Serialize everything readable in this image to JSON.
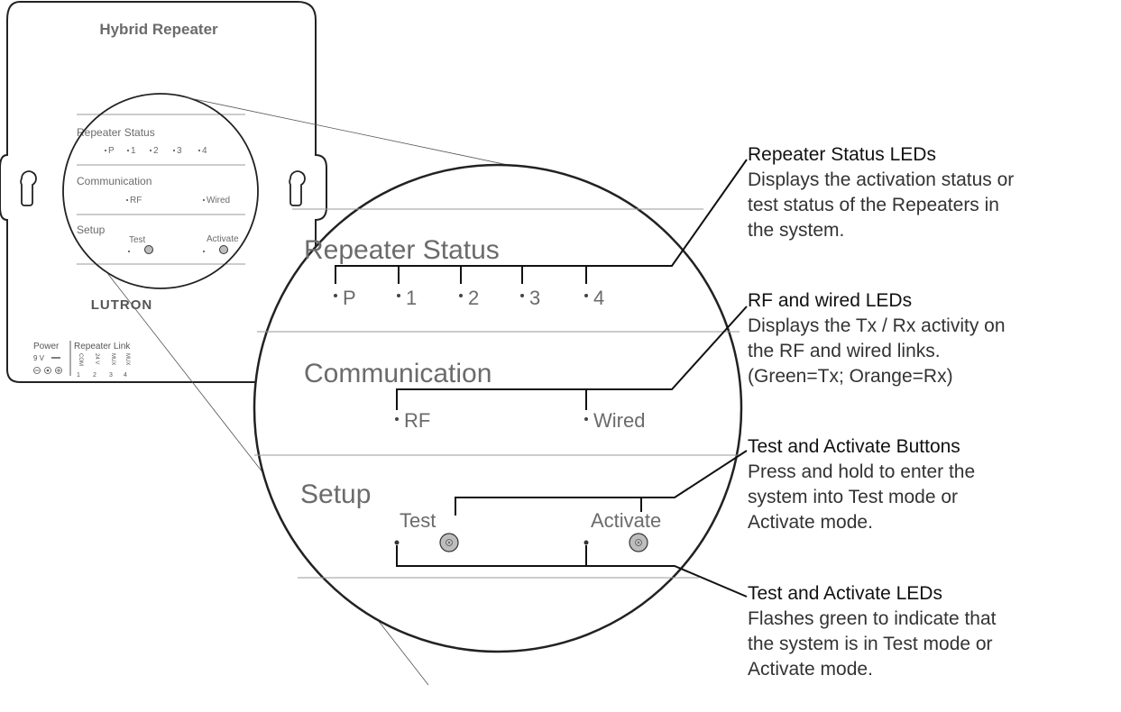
{
  "device": {
    "title": "Hybrid Repeater",
    "brand": "LUTRON",
    "small_panel": {
      "repeater_status_label": "Repeater Status",
      "status_leds": [
        "P",
        "1",
        "2",
        "3",
        "4"
      ],
      "communication_label": "Communication",
      "comm_leds": [
        "RF",
        "Wired"
      ],
      "setup_label": "Setup",
      "test_label": "Test",
      "activate_label": "Activate"
    },
    "connectors": {
      "power_label": "Power",
      "voltage_label": "9 V",
      "repeater_link_label": "Repeater Link",
      "pins": [
        "COM",
        "24 V",
        "MUX",
        "MUX"
      ],
      "pin_numbers": [
        "1",
        "2",
        "3",
        "4"
      ]
    }
  },
  "zoom": {
    "repeater_status_label": "Repeater Status",
    "status_leds": [
      "P",
      "1",
      "2",
      "3",
      "4"
    ],
    "communication_label": "Communication",
    "comm_leds": [
      "RF",
      "Wired"
    ],
    "setup_label": "Setup",
    "test_label": "Test",
    "activate_label": "Activate"
  },
  "callouts": [
    {
      "title": "Repeater Status LEDs",
      "body": [
        "Displays the activation status or",
        "test status of the Repeaters in",
        "the system."
      ]
    },
    {
      "title": "RF and wired LEDs",
      "body": [
        "Displays the Tx / Rx activity on",
        "the RF and wired links.",
        "(Green=Tx; Orange=Rx)"
      ]
    },
    {
      "title": "Test and Activate Buttons",
      "body": [
        "Press and hold to enter the",
        "system into Test mode or",
        "Activate mode."
      ]
    },
    {
      "title": "Test and Activate LEDs",
      "body": [
        "Flashes green to indicate that",
        "the system is in Test mode or",
        "Activate mode."
      ]
    }
  ],
  "colors": {
    "outline": "#222222",
    "label_gray": "#6b6b6b",
    "divider": "#9a9a9a",
    "button_fill": "#bdbdbd"
  }
}
